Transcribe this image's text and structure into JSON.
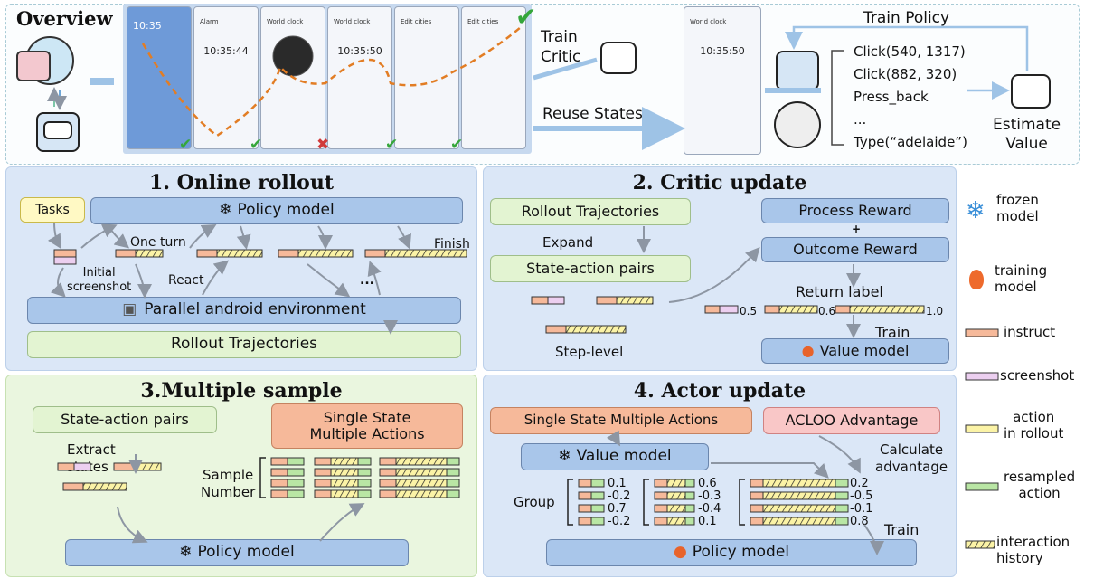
{
  "overview": {
    "title": "Overview",
    "phones": [
      {
        "time": "10:35",
        "header": ""
      },
      {
        "time": "10:35:44",
        "header": "Alarm"
      },
      {
        "time": "",
        "header": "World clock"
      },
      {
        "time": "10:35:50",
        "header": "World clock"
      },
      {
        "time": "",
        "header": "Edit cities"
      },
      {
        "time": "",
        "header": "Edit cities"
      }
    ],
    "train_critic": "Train\nCritic",
    "reuse_states": "Reuse States",
    "train_policy": "Train Policy",
    "reuse_phone": {
      "header": "World clock",
      "time": "10:35:50"
    },
    "actions": [
      "Click(540, 1317)",
      "Click(882, 320)",
      "Press_back",
      "...",
      "Type(“adelaide”)"
    ],
    "estimate_value": "Estimate\nValue"
  },
  "online_rollout": {
    "title": "1. Online rollout",
    "tasks": "Tasks",
    "policy_model": "Policy model",
    "one_turn": "One turn",
    "react": "React",
    "finish": "Finish",
    "initial_screenshot": "Initial\nscreenshot",
    "ellipsis": "...",
    "env": "Parallel android environment",
    "trajectories": "Rollout Trajectories"
  },
  "critic_update": {
    "title": "2. Critic update",
    "trajectories": "Rollout Trajectories",
    "expand": "Expand",
    "pairs": "State-action pairs",
    "step_level": "Step-level",
    "process_reward": "Process Reward",
    "plus": "+",
    "outcome_reward": "Outcome Reward",
    "return_label": "Return label",
    "returns": [
      "0.5",
      "0.6",
      "1.0"
    ],
    "train": "Train",
    "value_model": "Value model"
  },
  "multiple_sample": {
    "title": "3.Multiple sample",
    "pairs": "State-action pairs",
    "ssma": "Single State\nMultiple Actions",
    "extract_states": "Extract\nstates",
    "sample_number": "Sample\nNumber",
    "policy_model": "Policy model"
  },
  "actor_update": {
    "title": "4. Actor update",
    "ssma": "Single State Multiple Actions",
    "acloo": "ACLOO Advantage",
    "value_model": "Value model",
    "calculate_advantage": "Calculate\nadvantage",
    "group": "Group",
    "group1": [
      "0.1",
      "-0.2",
      "0.7",
      "-0.2"
    ],
    "group2": [
      "0.6",
      "-0.3",
      "-0.4",
      "0.1"
    ],
    "group3": [
      "0.2",
      "-0.5",
      "-0.1",
      "0.8"
    ],
    "train": "Train",
    "policy_model": "Policy model"
  },
  "legend": {
    "frozen": "frozen\nmodel",
    "training": "training\nmodel",
    "instruct": "instruct",
    "screenshot": "screenshot",
    "action_rollout": "action\nin rollout",
    "resampled": "resampled\naction",
    "history": "interaction\nhistory"
  },
  "colors": {
    "instruct": "#f6b99a",
    "screenshot": "#eccff0",
    "action": "#fbf3a6",
    "resampled": "#b9e6a4",
    "panel_blue": "#dbe7f7",
    "panel_green": "#eaf6df",
    "box_blue": "#a9c6ea"
  }
}
